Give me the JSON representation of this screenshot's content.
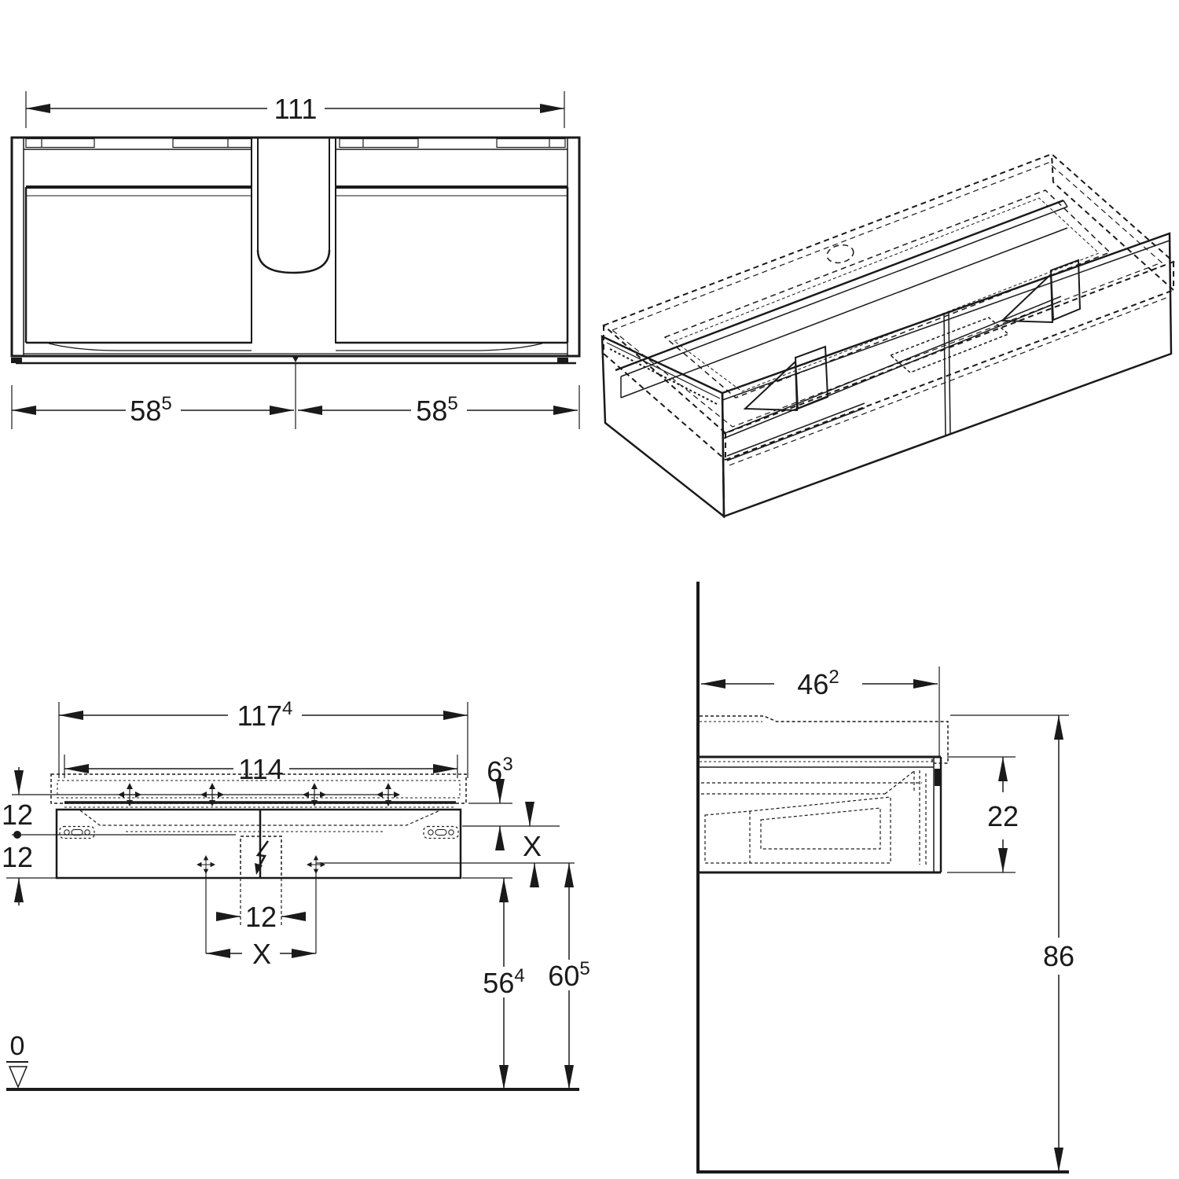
{
  "drawing": {
    "background_color": "#ffffff",
    "line_color": "#1a1a1a",
    "front_view": {
      "dim_width_top": {
        "value": "111"
      },
      "dim_half_width_left": {
        "value": "58",
        "sup": "5"
      },
      "dim_half_width_right": {
        "value": "58",
        "sup": "5"
      }
    },
    "installation_view": {
      "dim_total_width": {
        "value": "117",
        "sup": "4"
      },
      "dim_rail_width": {
        "value": "114"
      },
      "dim_basin_edge": {
        "value": "6",
        "sup": "3"
      },
      "dim_rail_to_slots": {
        "value": "12"
      },
      "dim_slots_to_bottom": {
        "value": "12"
      },
      "dim_outlet_zone_width": {
        "value": "12"
      },
      "dim_basin_to_bracket": {
        "value": "X"
      },
      "dim_bracket_spacing": {
        "value": "X"
      },
      "dim_floor_to_cabinet_bottom": {
        "value": "56",
        "sup": "4"
      },
      "dim_floor_to_bracket_line": {
        "value": "60",
        "sup": "5"
      },
      "datum_zero": {
        "value": "0"
      }
    },
    "side_view": {
      "dim_depth": {
        "value": "46",
        "sup": "2"
      },
      "dim_cabinet_height": {
        "value": "22"
      },
      "dim_total_height": {
        "value": "86"
      }
    }
  }
}
